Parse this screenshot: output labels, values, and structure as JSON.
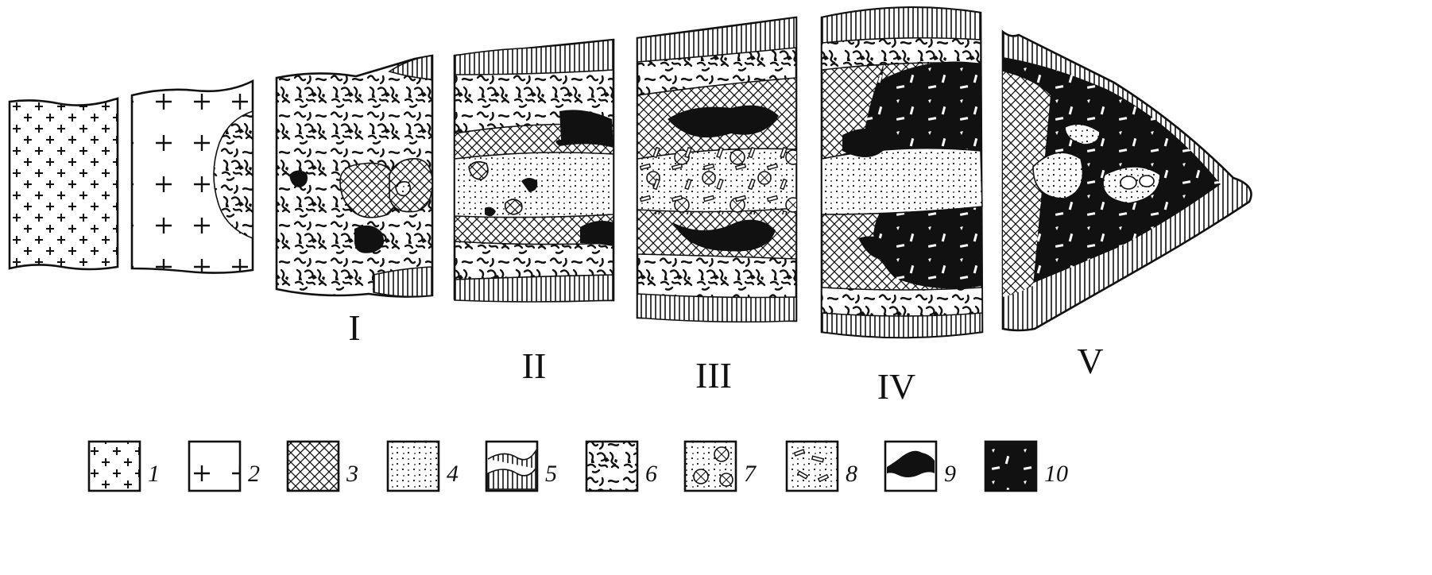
{
  "stage_labels": [
    {
      "id": "I",
      "text": "I"
    },
    {
      "id": "II",
      "text": "II"
    },
    {
      "id": "III",
      "text": "III"
    },
    {
      "id": "IV",
      "text": "IV"
    },
    {
      "id": "V",
      "text": "V"
    }
  ],
  "legend": [
    {
      "num": "1",
      "pattern": "dense-crosses"
    },
    {
      "num": "2",
      "pattern": "sparse-crosses"
    },
    {
      "num": "3",
      "pattern": "crosshatch"
    },
    {
      "num": "4",
      "pattern": "fine-dots"
    },
    {
      "num": "5",
      "pattern": "vertical-hatch-band"
    },
    {
      "num": "6",
      "pattern": "squiggles"
    },
    {
      "num": "7",
      "pattern": "dots-with-circles"
    },
    {
      "num": "8",
      "pattern": "dots-with-laths"
    },
    {
      "num": "9",
      "pattern": "black-blob"
    },
    {
      "num": "10",
      "pattern": "black-with-white-fragments"
    }
  ]
}
